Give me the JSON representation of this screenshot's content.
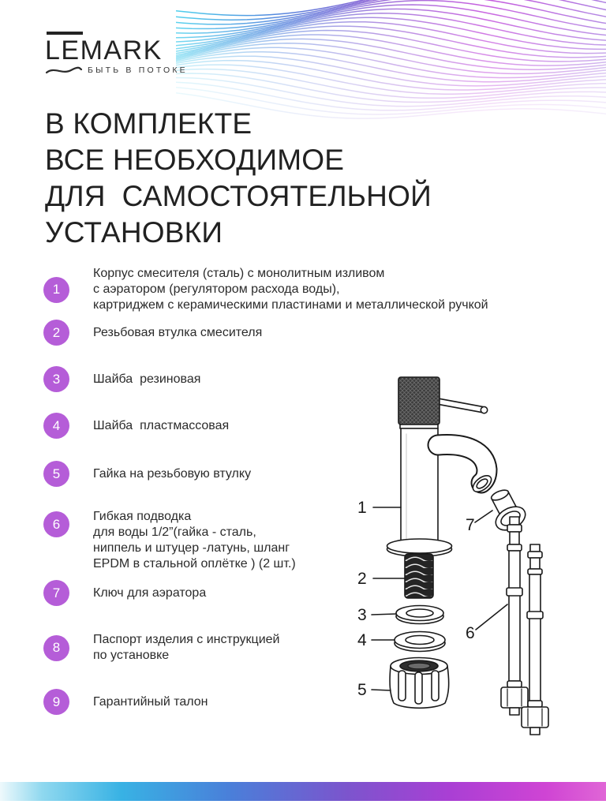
{
  "brand": {
    "logo_text": "LEMARK",
    "tagline": "БЫТЬ В ПОТОКЕ"
  },
  "heading": "В КОМПЛЕКТЕ\nВСЕ НЕОБХОДИМОЕ\nДЛЯ  САМОСТОЯТЕЛЬНОЙ\nУСТАНОВКИ",
  "parts_list": [
    {
      "number": "1",
      "text": "Корпус смесителя (сталь) с монолитным изливом\nс аэратором (регулятором расхода воды),\nкартриджем с керамическими пластинами и металлической ручкой"
    },
    {
      "number": "2",
      "text": "Резьбовая втулка смесителя"
    },
    {
      "number": "3",
      "text": "Шайба  резиновая"
    },
    {
      "number": "4",
      "text": "Шайба  пластмассовая"
    },
    {
      "number": "5",
      "text": "Гайка на резьбовую втулку"
    },
    {
      "number": "6",
      "text": "Гибкая подводка\nдля воды 1/2”(гайка - сталь,\nниппель и штуцер -латунь, шланг\nEPDM в стальной оплётке ) (2 шт.)"
    },
    {
      "number": "7",
      "text": "Ключ для аэратора"
    },
    {
      "number": "8",
      "text": "Паспорт изделия с инструкцией\nпо установке"
    },
    {
      "number": "9",
      "text": "Гарантийный талон"
    }
  ],
  "diagram": {
    "labels": [
      "1",
      "2",
      "3",
      "4",
      "5",
      "6",
      "7"
    ]
  },
  "colors": {
    "bullet_circle": "#b55dd8",
    "text": "#2b2b2b",
    "line_art": "#1a1a1a",
    "wave_cyan": "#45cdec",
    "wave_blue": "#4a86dd",
    "wave_purple": "#8a55d2",
    "wave_magenta": "#bb3bd8",
    "footer_gradient": [
      "#8fd8ef",
      "#38b2e4",
      "#4a7fd9",
      "#7b55cd",
      "#a93fd4",
      "#cf44d4",
      "#e066d6"
    ]
  }
}
